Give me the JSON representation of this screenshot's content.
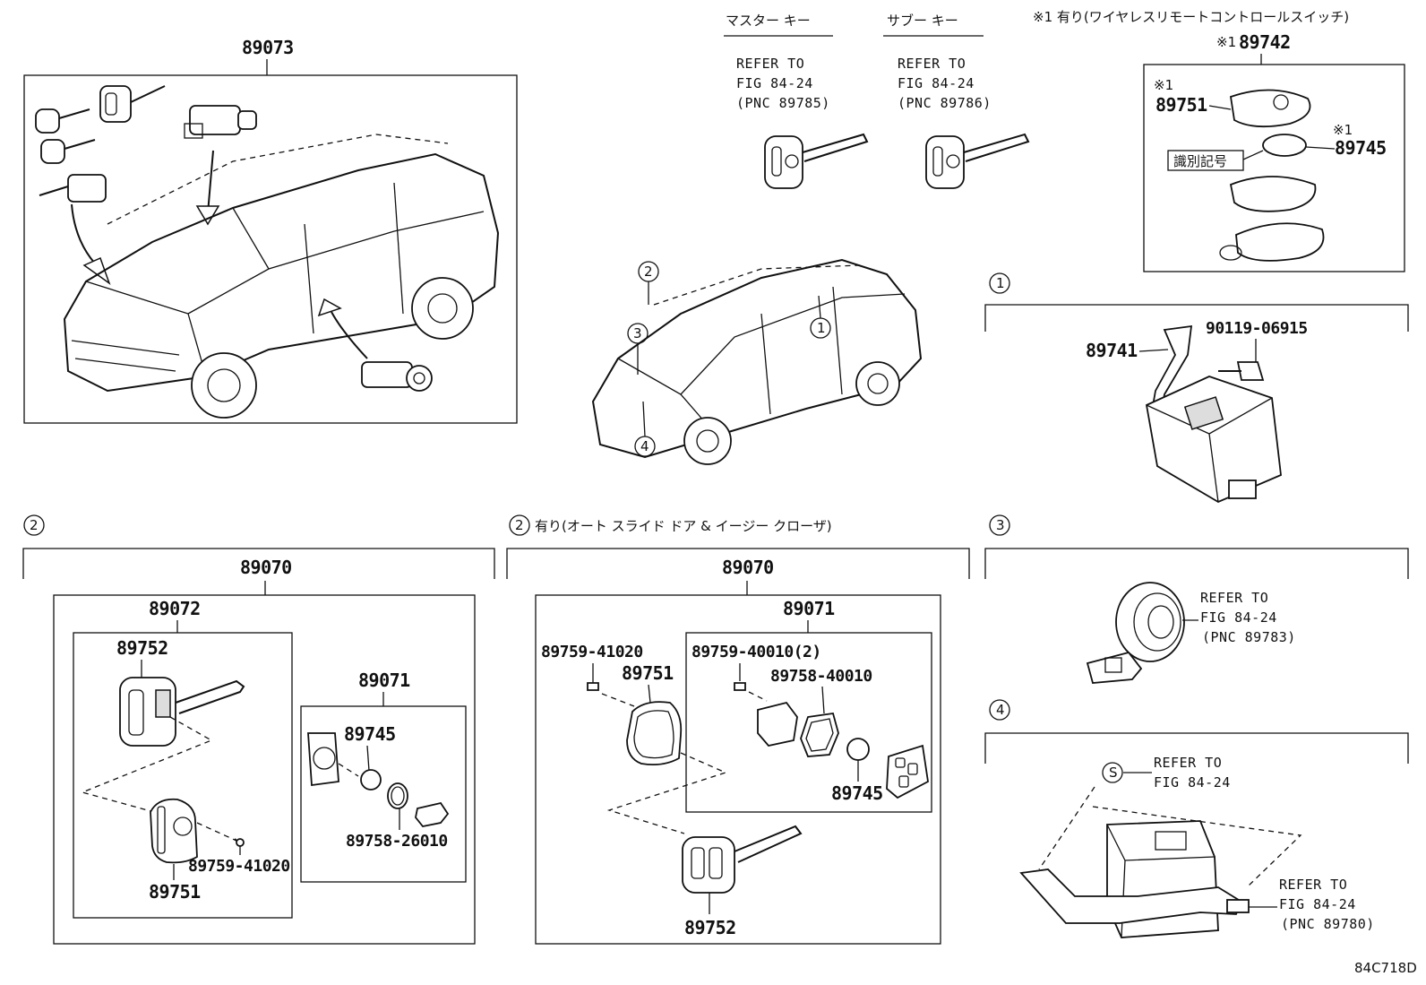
{
  "title_note": "※1 有り(ワイヤレスリモートコントロールスイッチ)",
  "code": "84C718D",
  "top_left": {
    "part_no": "89073"
  },
  "master_key": {
    "label": "マスター キー",
    "ref1": "REFER TO",
    "ref2": "FIG 84-24",
    "ref3": "(PNC 89785)"
  },
  "sub_key": {
    "label": "サブー キー",
    "ref1": "REFER TO",
    "ref2": "FIG 84-24",
    "ref3": "(PNC 89786)"
  },
  "remote": {
    "mark_89742": "※1",
    "part_89742": "89742",
    "mark_89751": "※1",
    "part_89751": "89751",
    "mark_89745": "※1",
    "part_89745": "89745",
    "id_label": "識別記号"
  },
  "callouts": {
    "c1": "1",
    "c2": "2",
    "c3": "3",
    "c4": "4",
    "s": "S"
  },
  "section1": {
    "part_89741": "89741",
    "part_bolt": "90119-06915"
  },
  "section2a": {
    "part_89070": "89070",
    "part_89072": "89072",
    "part_89752": "89752",
    "part_89751": "89751",
    "part_89759": "89759-41020",
    "part_89071": "89071",
    "part_89745": "89745",
    "part_89758": "89758-26010"
  },
  "section2b": {
    "label": "有り(オート スライド ドア & イージー クローザ)",
    "part_89070": "89070",
    "part_89071": "89071",
    "part_89759a": "89759-41020",
    "part_89751": "89751",
    "part_89759b": "89759-40010(2)",
    "part_89758": "89758-40010",
    "part_89745": "89745",
    "part_89752": "89752"
  },
  "section3": {
    "ref1": "REFER TO",
    "ref2": "FIG 84-24",
    "ref3": "(PNC 89783)"
  },
  "section4": {
    "ref_s1": "REFER TO",
    "ref_s2": "FIG 84-24",
    "ref1": "REFER TO",
    "ref2": "FIG 84-24",
    "ref3": "(PNC 89780)"
  }
}
